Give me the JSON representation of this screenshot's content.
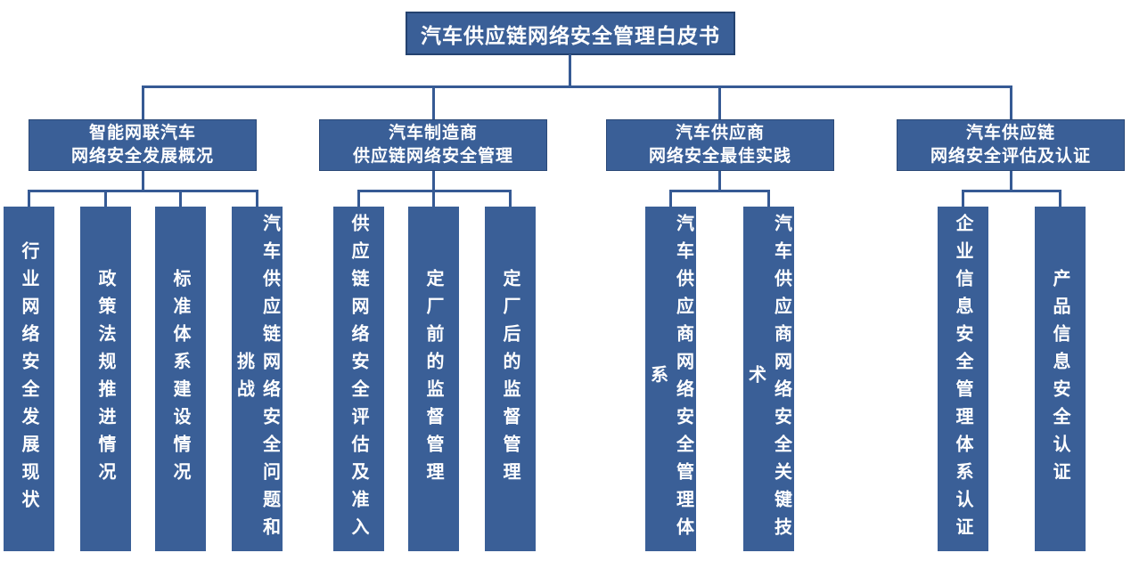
{
  "colors": {
    "node_fill": "#3a5f97",
    "node_border": "#24426f",
    "connector": "#365a94",
    "text": "#ffffff",
    "background": "#ffffff"
  },
  "tree": {
    "root": "汽车供应链网络安全管理白皮书",
    "branches": [
      {
        "lines": [
          "智能网联汽车",
          "网络安全发展概况"
        ],
        "children": [
          "行业网络安全发展现状",
          "政策法规推进情况",
          "标准体系建设情况",
          "汽车供应链网络安全问题和挑战"
        ]
      },
      {
        "lines": [
          "汽车制造商",
          "供应链网络安全管理"
        ],
        "children": [
          "供应链网络安全评估及准入",
          "定厂前的监督管理",
          "定厂后的监督管理"
        ]
      },
      {
        "lines": [
          "汽车供应商",
          "网络安全最佳实践"
        ],
        "children": [
          "汽车供应商网络安全管理体系",
          "汽车供应商网络安全关键技术"
        ]
      },
      {
        "lines": [
          "汽车供应链",
          "网络安全评估及认证"
        ],
        "children": [
          "企业信息安全管理体系认证",
          "产品信息安全认证"
        ]
      }
    ]
  }
}
